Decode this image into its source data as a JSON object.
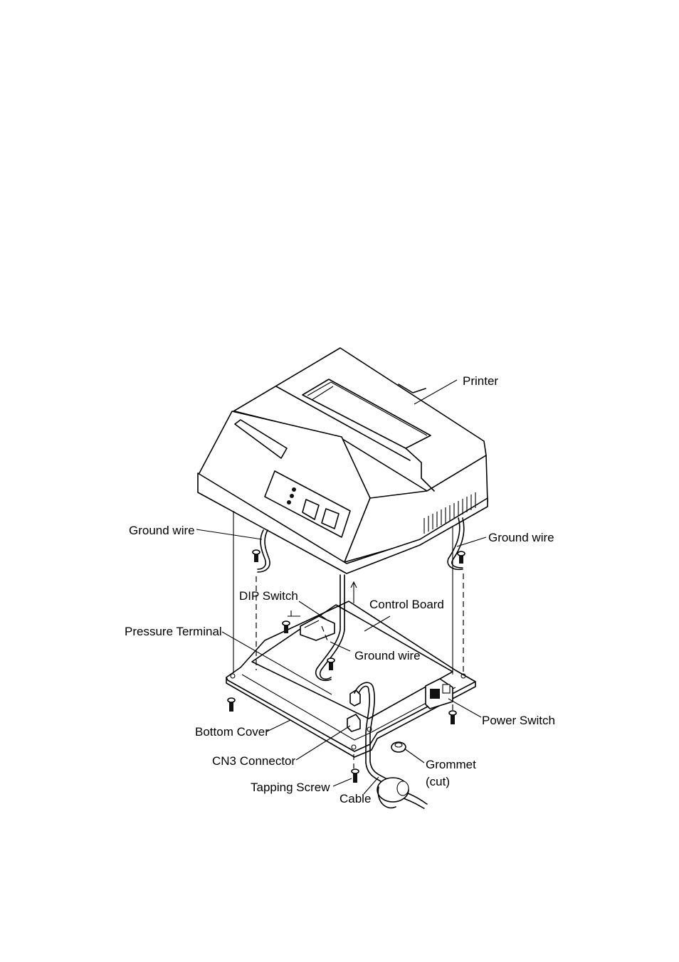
{
  "labels": {
    "printer": "Printer",
    "ground_wire_left": "Ground wire",
    "ground_wire_right": "Ground wire",
    "ground_wire_center": "Ground wire",
    "dip_switch": "DIP Switch",
    "control_board": "Control Board",
    "pressure_terminal": "Pressure Terminal",
    "bottom_cover": "Bottom Cover",
    "power_switch": "Power Switch",
    "cn3_connector": "CN3 Connector",
    "grommet_line1": "Grommet",
    "grommet_line2": "(cut)",
    "tapping_screw": "Tapping Screw",
    "cable": "Cable"
  }
}
